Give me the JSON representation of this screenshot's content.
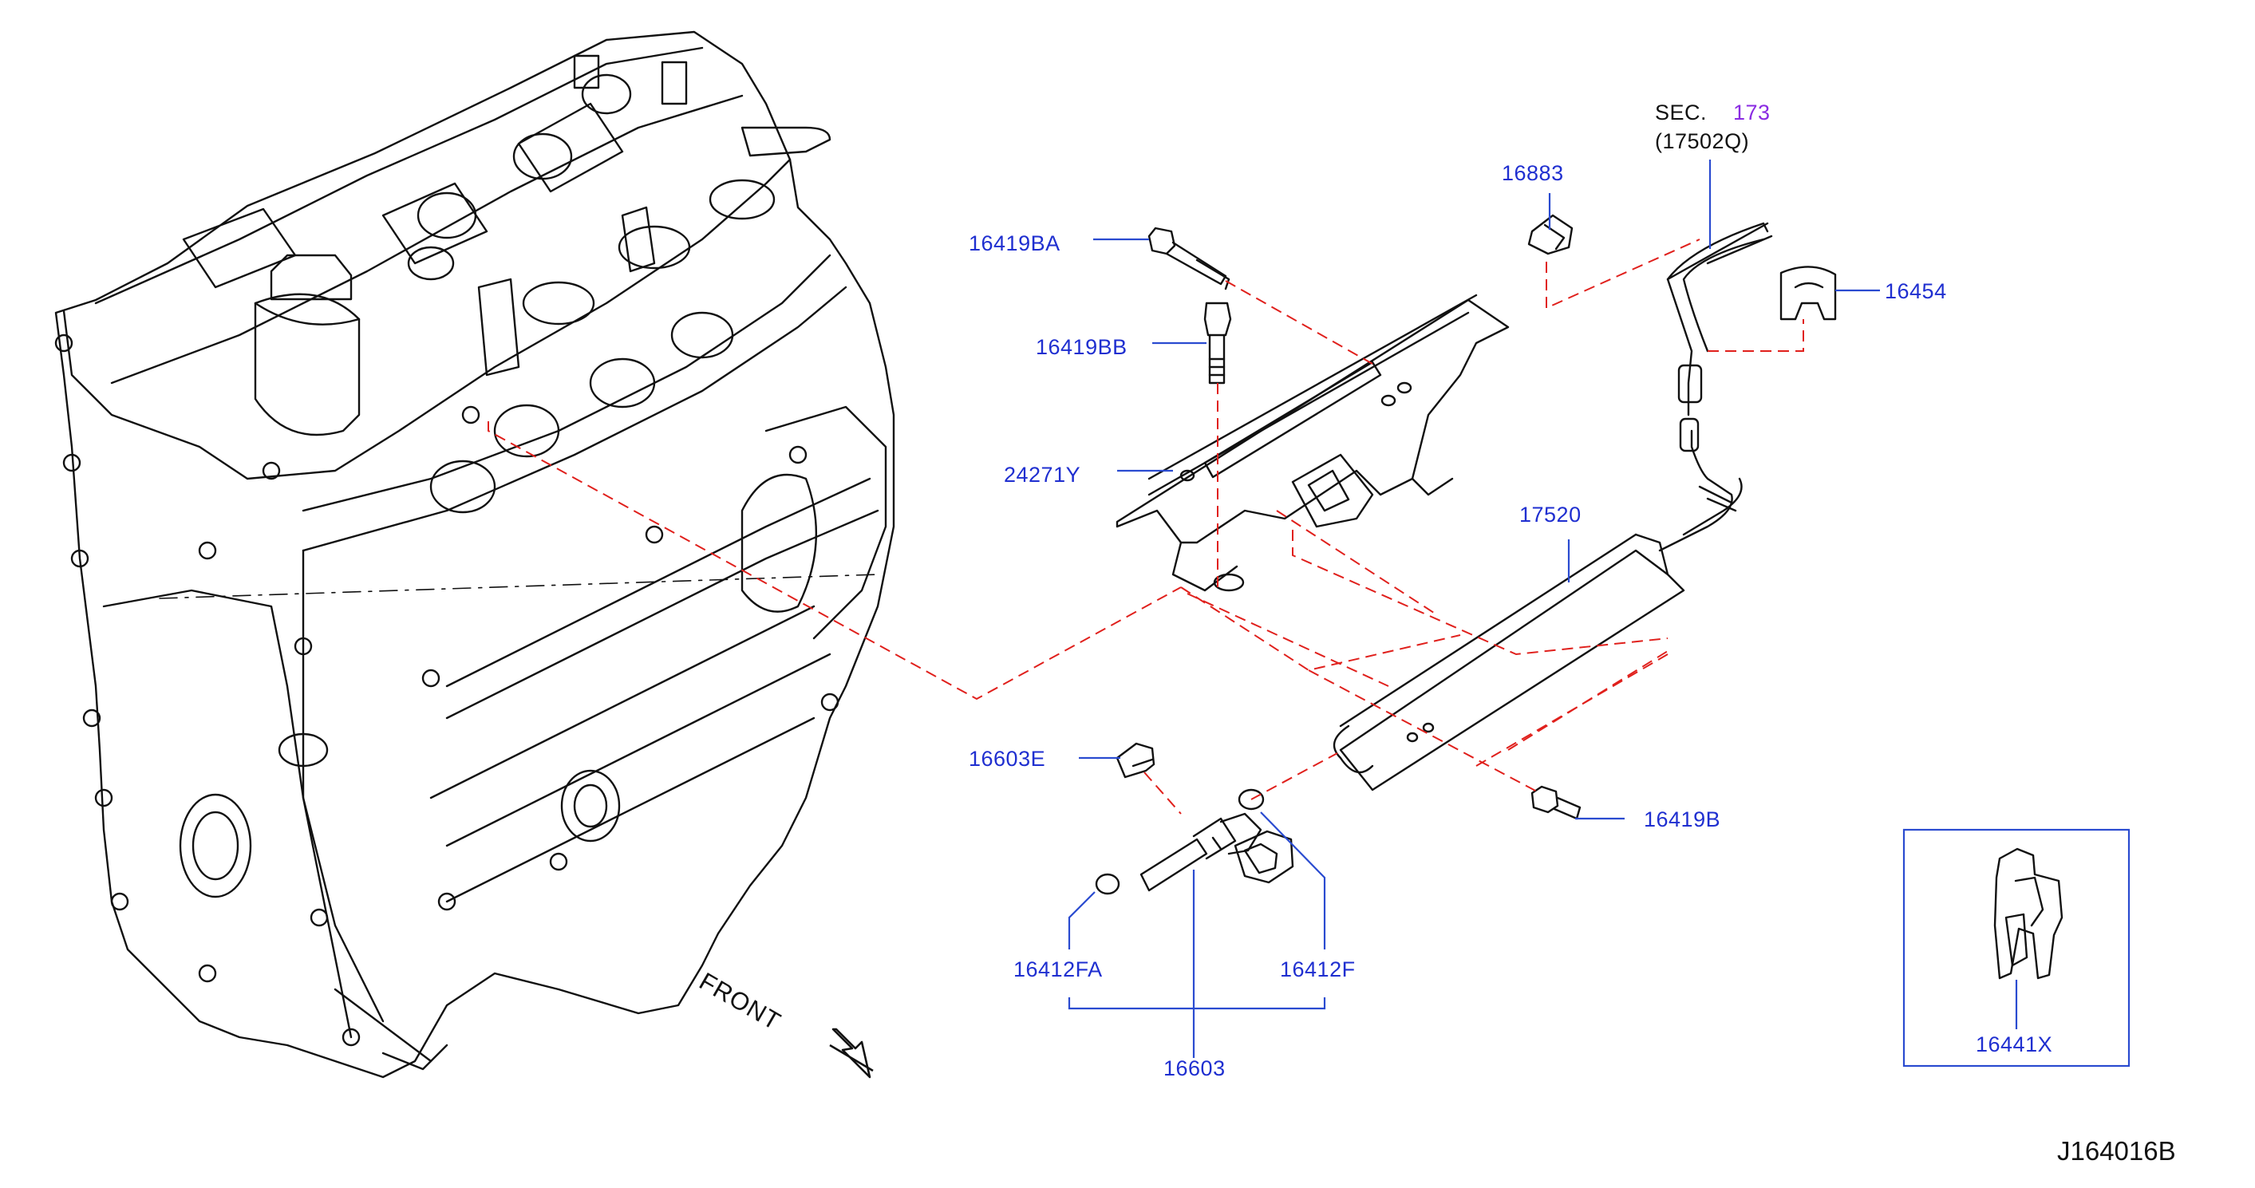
{
  "diagram": {
    "callouts": {
      "p16419BA": "16419BA",
      "p16419BB": "16419BB",
      "p24271Y": "24271Y",
      "p16883": "16883",
      "p16454": "16454",
      "p17520": "17520",
      "p16603E": "16603E",
      "p16419B": "16419B",
      "p16412FA": "16412FA",
      "p16412F": "16412F",
      "p16603": "16603",
      "p16441X": "16441X"
    },
    "section_ref": {
      "prefix": "SEC.",
      "number": "173",
      "sub": "(17502Q)"
    },
    "front_label": "FRONT",
    "drawing_code": "J164016B",
    "colors": {
      "callout_text": "#1f2fd0",
      "leader_line": "#2a4bd0",
      "dashed_line": "#e0201c",
      "section_number": "#8a2be2",
      "line_art": "#111111"
    }
  }
}
